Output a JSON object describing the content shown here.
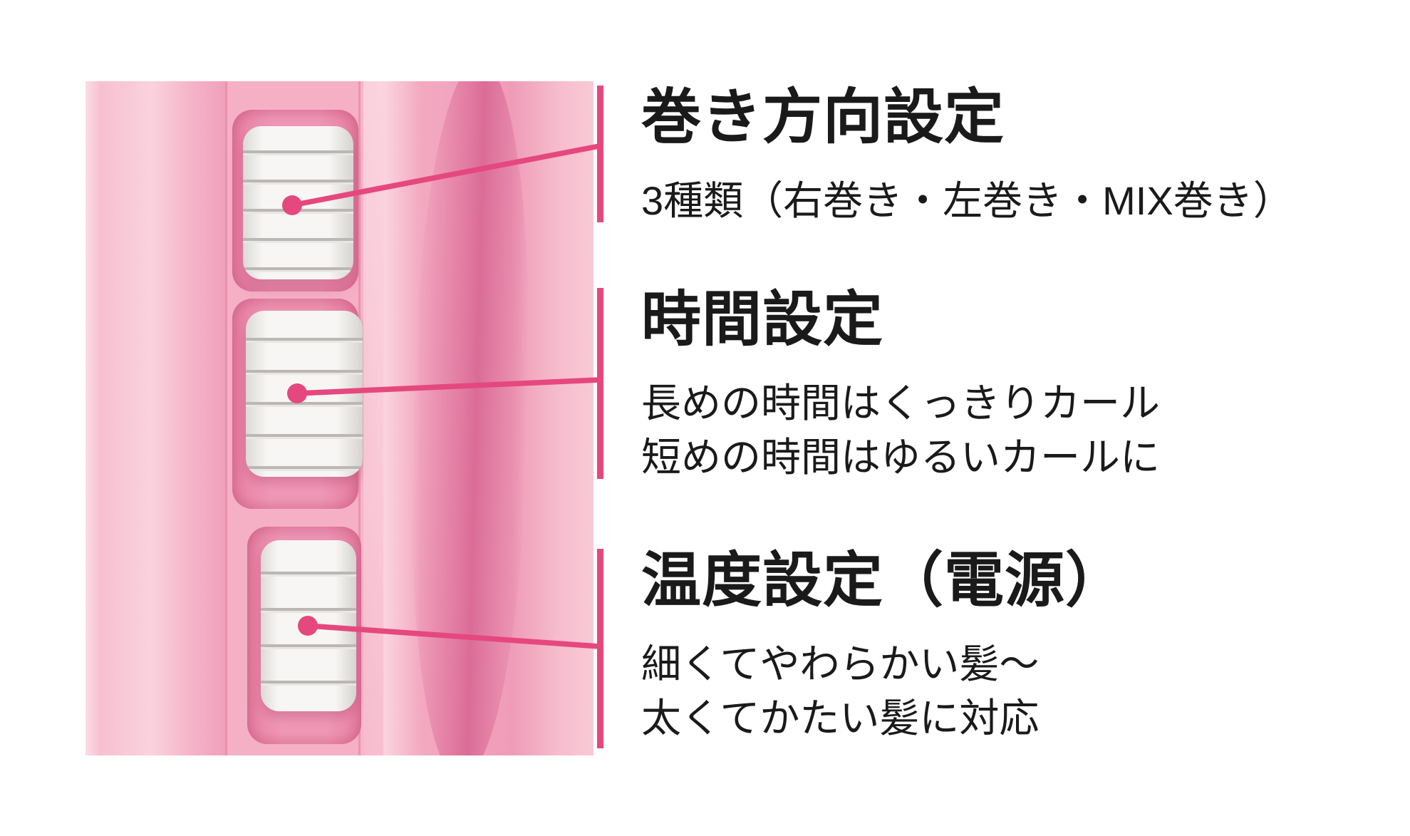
{
  "figure": {
    "colors": {
      "accent": "#e5487e",
      "product_pink": "#f5b3c8",
      "dial_white": "#f7f6f4"
    },
    "product": {
      "description": "pink curling device close-up with three white dial switches",
      "dials": [
        {
          "name": "curl-direction-dial"
        },
        {
          "name": "time-dial"
        },
        {
          "name": "temperature-power-dial"
        }
      ]
    },
    "callouts": [
      {
        "id": "curl-direction",
        "title": "巻き方向設定",
        "lines": [
          "3種類（右巻き・左巻き・MIX巻き）"
        ]
      },
      {
        "id": "time",
        "title": "時間設定",
        "lines": [
          "長めの時間はくっきりカール",
          "短めの時間はゆるいカールに"
        ]
      },
      {
        "id": "temperature",
        "title": "温度設定（電源）",
        "lines": [
          "細くてやわらかい髪〜",
          "太くてかたい髪に対応"
        ]
      }
    ]
  }
}
